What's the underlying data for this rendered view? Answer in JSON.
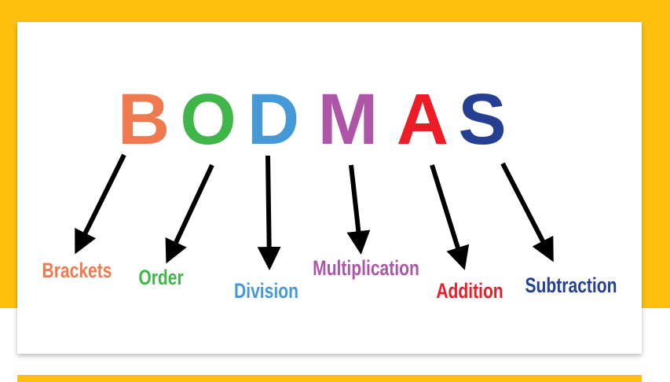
{
  "acronym": {
    "letters": [
      {
        "char": "B",
        "color": "#f07a4f"
      },
      {
        "char": "O",
        "color": "#3fb54a"
      },
      {
        "char": "D",
        "color": "#4599d6"
      },
      {
        "char": "M",
        "color": "#ad56a8"
      },
      {
        "char": "A",
        "color": "#ec1d27"
      },
      {
        "char": "S",
        "color": "#253f93"
      }
    ]
  },
  "terms": [
    {
      "label": "Brackets",
      "color": "#f07a4f"
    },
    {
      "label": "Order",
      "color": "#3fb54a"
    },
    {
      "label": "Division",
      "color": "#4599d6"
    },
    {
      "label": "Multiplication",
      "color": "#ad56a8"
    },
    {
      "label": "Addition",
      "color": "#ec1d27"
    },
    {
      "label": "Subtraction",
      "color": "#253f93"
    }
  ],
  "colors": {
    "background_band": "#fdc00f",
    "card": "#ffffff",
    "arrow": "#000000"
  }
}
